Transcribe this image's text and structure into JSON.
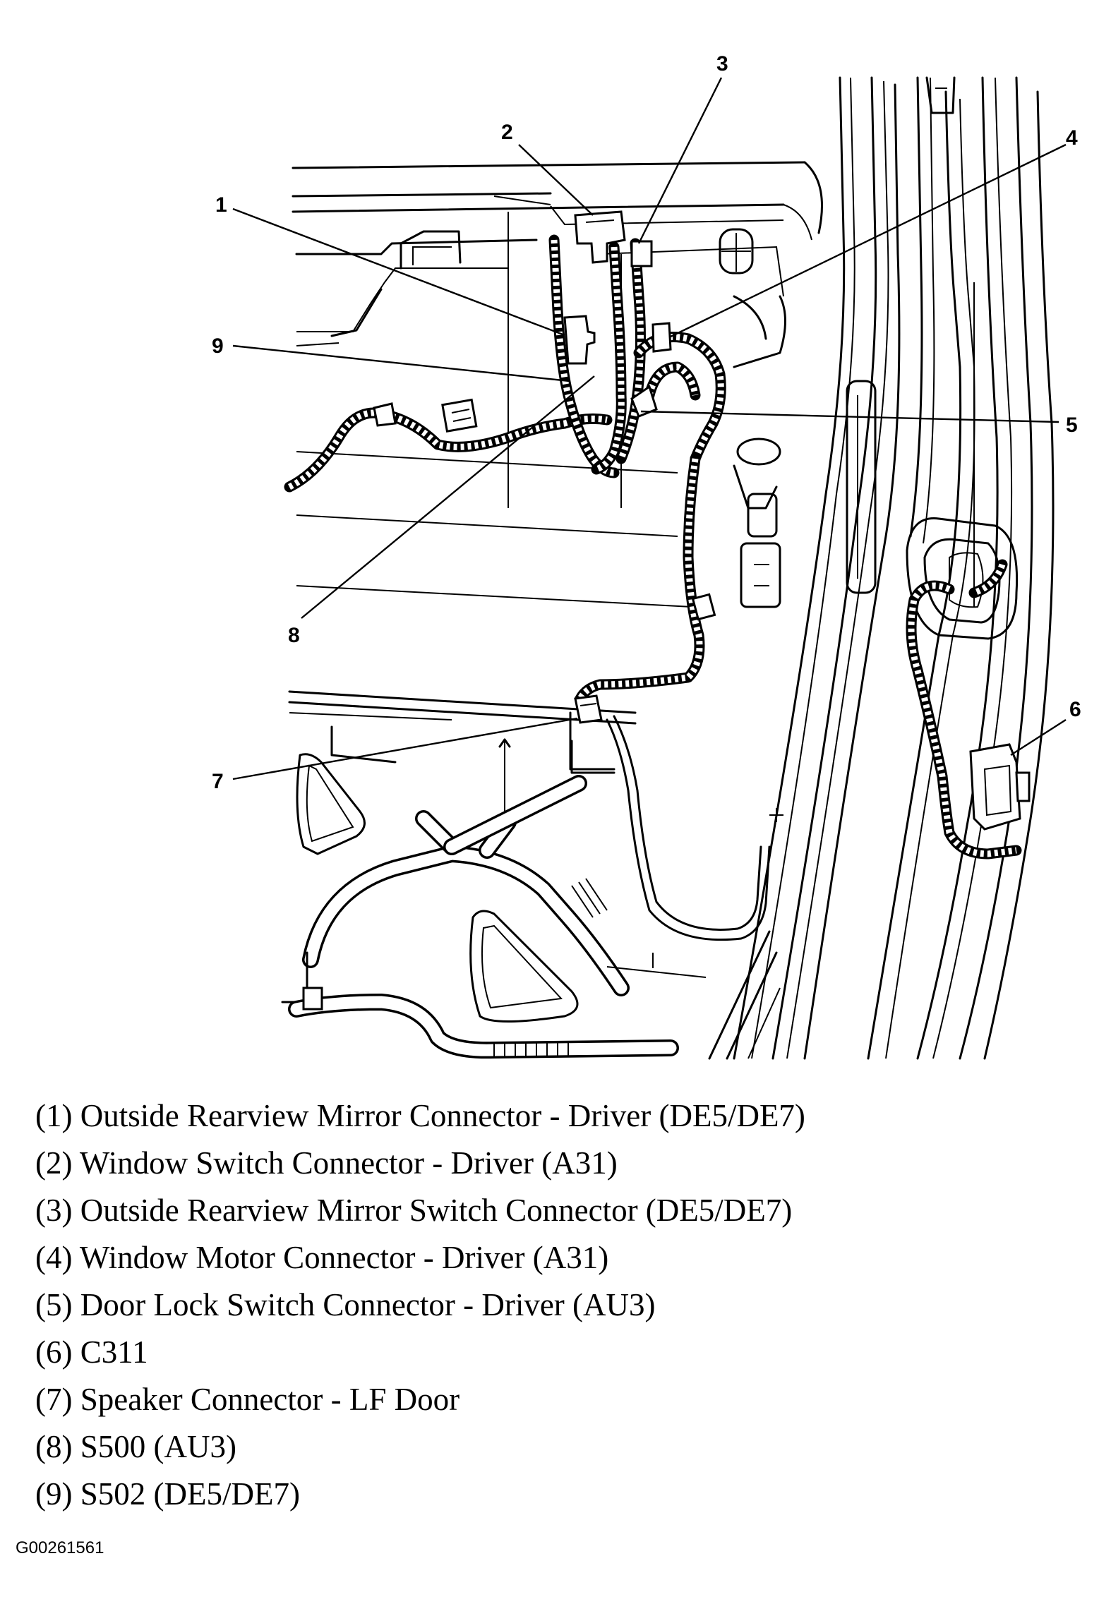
{
  "callouts": [
    "1",
    "2",
    "3",
    "4",
    "5",
    "6",
    "7",
    "8",
    "9"
  ],
  "legend": [
    "(1) Outside Rearview Mirror Connector - Driver (DE5/DE7)",
    "(2) Window Switch Connector - Driver (A31)",
    "(3) Outside Rearview Mirror Switch Connector (DE5/DE7)",
    "(4) Window Motor Connector - Driver (A31)",
    "(5) Door Lock Switch Connector - Driver (AU3)",
    "(6) C311",
    "(7) Speaker Connector - LF Door",
    "(8) S500 (AU3)",
    "(9) S502 (DE5/DE7)"
  ],
  "figure_id": "G00261561"
}
